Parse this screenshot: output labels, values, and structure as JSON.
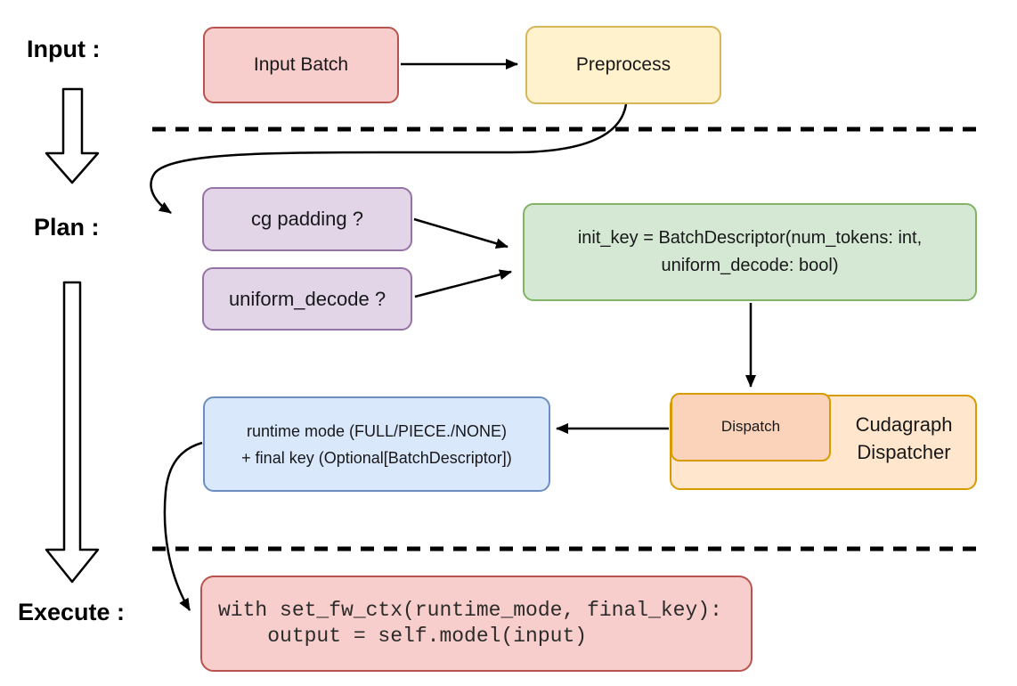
{
  "stage_labels": {
    "input": "Input :",
    "plan": "Plan :",
    "execute": "Execute :"
  },
  "nodes": {
    "input_batch": {
      "label": "Input Batch",
      "fill": "#f8cecc",
      "stroke": "#b85450"
    },
    "preprocess": {
      "label": "Preprocess",
      "fill": "#fff2cc",
      "stroke": "#d6b656"
    },
    "cg_padding": {
      "label": "cg padding ?",
      "fill": "#e1d5e7",
      "stroke": "#9673a6"
    },
    "uniform_decode": {
      "label": "uniform_decode ?",
      "fill": "#e1d5e7",
      "stroke": "#9673a6"
    },
    "init_key": {
      "line1": "init_key = BatchDescriptor(num_tokens: int,",
      "line2": "uniform_decode: bool)",
      "fill": "#d5e8d4",
      "stroke": "#82b366"
    },
    "dispatch": {
      "label": "Dispatch",
      "fill": "#fbd3ba",
      "stroke": "#d79b00"
    },
    "cudagraph_dispatcher": {
      "line1": "Cudagraph",
      "line2": "Dispatcher",
      "fill": "#ffe6cc",
      "stroke": "#d79b00"
    },
    "runtime_mode": {
      "line1": "runtime mode (FULL/PIECE./NONE)",
      "line2": "+ final key (Optional[BatchDescriptor])",
      "fill": "#dae8fc",
      "stroke": "#6c8ebf"
    },
    "execute_code": {
      "line1": "with set_fw_ctx(runtime_mode, final_key):",
      "line2": "    output = self.model(input)",
      "fill": "#f8cecc",
      "stroke": "#b85450"
    }
  },
  "colors": {
    "connector": "#000000",
    "stage_arrow_fill": "#ffffff",
    "stage_arrow_stroke": "#000000"
  }
}
